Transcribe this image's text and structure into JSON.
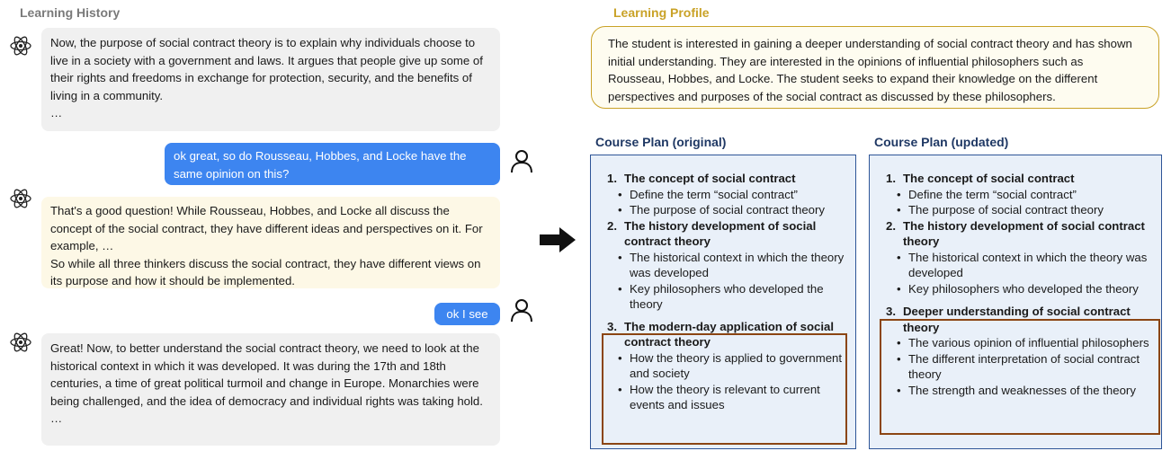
{
  "learning_history": {
    "title": "Learning History",
    "messages": [
      {
        "role": "bot",
        "lines": [
          "Now, the purpose of social contract theory is to explain why individuals choose to live in a society with a government and laws. It argues that people give up some of their rights and freedoms in exchange for protection, security, and the benefits of living in a community.",
          "…"
        ]
      },
      {
        "role": "user",
        "lines": [
          "ok great, so do Rousseau, Hobbes, and Locke have the same opinion on this?"
        ]
      },
      {
        "role": "bot",
        "lines": [
          "That's a good question! While Rousseau, Hobbes, and Locke all discuss the concept of the social contract, they have different ideas and perspectives on it. For example, …",
          "So while all three thinkers discuss the social contract, they have different views on its purpose and how it should be implemented."
        ]
      },
      {
        "role": "user",
        "lines": [
          "ok I see"
        ]
      },
      {
        "role": "bot",
        "lines": [
          "Great! Now, to better understand the social contract theory, we need to look at the historical context in which it was developed. It was during the 17th and 18th centuries, a time of great political turmoil and change in Europe. Monarchies were being challenged, and the idea of democracy and individual rights was taking hold.",
          "…"
        ]
      }
    ]
  },
  "learning_profile": {
    "title": "Learning Profile",
    "text": "The student is interested in gaining a deeper understanding of social contract theory and has shown initial understanding. They are interested in the opinions of influential philosophers such as Rousseau, Hobbes, and Locke. The student seeks to expand their knowledge on the different perspectives and purposes of the social contract as discussed by these philosophers."
  },
  "course_plan_original": {
    "title": "Course Plan (original)",
    "sections": [
      {
        "num": "1.",
        "heading": "The concept of social contract",
        "bullets": [
          "Define the term “social contract”",
          "The purpose of social contract theory"
        ]
      },
      {
        "num": "2.",
        "heading": "The history development of social contract theory",
        "bullets": [
          "The historical context in which the theory was developed",
          "Key philosophers who developed the theory"
        ]
      },
      {
        "num": "3.",
        "heading": "The modern-day application of social contract theory",
        "bullets": [
          "How the theory is applied to government and society",
          "How the theory is relevant to current events and issues"
        ]
      }
    ]
  },
  "course_plan_updated": {
    "title": "Course Plan (updated)",
    "sections": [
      {
        "num": "1.",
        "heading": "The concept of social contract",
        "bullets": [
          "Define the term “social contract”",
          "The purpose of social contract theory"
        ]
      },
      {
        "num": "2.",
        "heading": "The history development of social contract theory",
        "bullets": [
          "The historical context in which the theory was developed",
          "Key philosophers who developed the theory"
        ]
      },
      {
        "num": "3.",
        "heading": "Deeper understanding of social contract theory",
        "bullets": [
          "The various opinion of influential philosophers",
          "The different interpretation of social contract theory",
          "The strength and weaknesses of the theory"
        ]
      }
    ]
  },
  "bullet_glyph": "•",
  "colors": {
    "user_bubble": "#3d85f0",
    "profile_border": "#c9a227",
    "plan_border": "#2e5597",
    "highlight_border": "#8b4513"
  }
}
